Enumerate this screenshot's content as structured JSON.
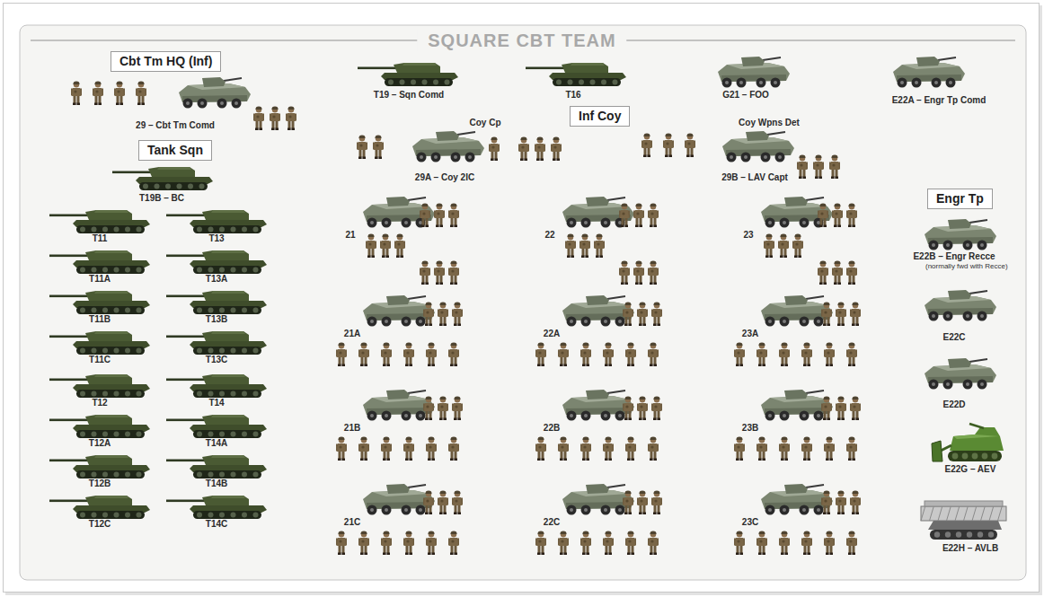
{
  "diagram": {
    "title": "SQUARE CBT TEAM",
    "nodes": [
      {
        "text": [
          "Cbt Tm HQ (Inf)"
        ]
      },
      {
        "text": [
          "Tank Sqn"
        ]
      },
      {
        "text": [
          "Inf Coy"
        ]
      },
      {
        "text": [
          "Engr Tp"
        ]
      }
    ],
    "labels": [
      "29 – Cbt Tm Comd",
      "T19B – BC",
      "T11",
      "T13",
      "T11A",
      "T13A",
      "T11B",
      "T13B",
      "T11C",
      "T13C",
      "T12",
      "T14",
      "T12A",
      "T14A",
      "T12B",
      "T14B",
      "T12C",
      "T14C",
      "T19 – Sqn Comd",
      "T16",
      "G21 – FOO",
      "E22A – Engr Tp Comd",
      "Coy Cp",
      "Coy Wpns Det",
      "29A – Coy 2IC",
      "29B – LAV Capt",
      "21",
      "22",
      "23",
      "21A",
      "22A",
      "23A",
      "21B",
      "22B",
      "23B",
      "21C",
      "22C",
      "23C",
      "E22B – Engr Recce",
      "(normally fwd with Recce)",
      "E22C",
      "E22D",
      "E22G – AEV",
      "E22H – AVLB"
    ]
  }
}
